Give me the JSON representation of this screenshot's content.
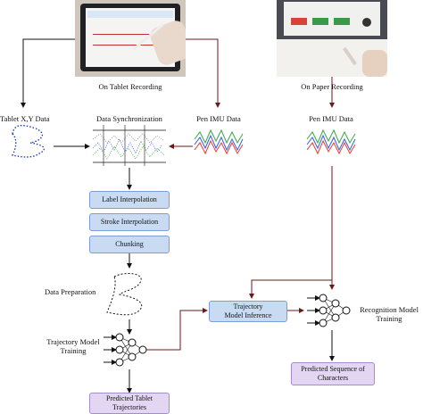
{
  "top": {
    "on_tablet_recording": "On Tablet Recording",
    "on_paper_recording": "On Paper Recording"
  },
  "data_labels": {
    "tablet_xy": "Tablet X,Y Data",
    "data_sync": "Data Synchronization",
    "pen_imu_left": "Pen IMU Data",
    "pen_imu_right": "Pen IMU Data"
  },
  "pipeline": {
    "label_interpolation": "Label Interpolation",
    "stroke_interpolation": "Stroke Interpolation",
    "chunking": "Chunking",
    "data_preparation": "Data Preparation"
  },
  "training": {
    "trajectory_training_line1": "Trajectory Model",
    "trajectory_training_line2": "Training",
    "trajectory_inference_line1": "Trajectory",
    "trajectory_inference_line2": "Model Inference",
    "recognition_training_line1": "Recognition Model",
    "recognition_training_line2": "Training"
  },
  "outputs": {
    "predicted_tablet_line1": "Predicted Tablet",
    "predicted_tablet_line2": "Trajectories",
    "predicted_sequence_line1": "Predicted Sequence of",
    "predicted_sequence_line2": "Characters"
  },
  "colors": {
    "arrow_dark": "#111111",
    "arrow_red": "#6b1a1a",
    "box_blue": "#c9dbf3",
    "box_purple": "#e3d6f2",
    "imu_red": "#e0403a",
    "imu_green": "#3aa64a",
    "imu_blue": "#3a5fd6",
    "trace_blue": "#1f3fa8"
  },
  "icons": {
    "neural_net": "neural-network-icon",
    "tablet_photo": "tablet-recording-photo",
    "paper_photo": "paper-recording-photo"
  }
}
